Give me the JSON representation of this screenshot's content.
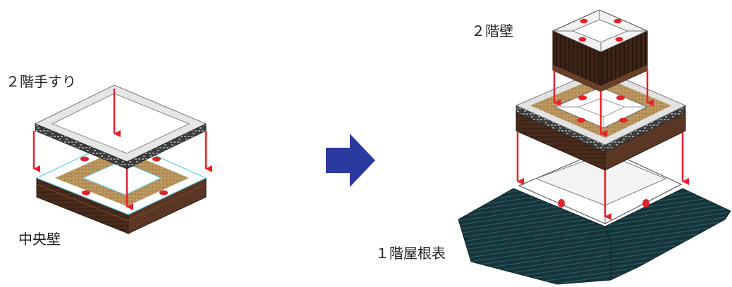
{
  "labels": {
    "handrail": "２階手すり",
    "center_wall": "中央壁",
    "second_floor_wall": "２階壁",
    "first_floor_roof": "１階屋根表"
  },
  "colors": {
    "arrow_red": "#e8202a",
    "step_arrow_blue": "#2b3a9e",
    "marker_red": "#e0242c",
    "wood_dark": "#3a2418",
    "wood_mid": "#5a3522",
    "wood_light": "#7a4a2e",
    "stone_gray": "#5c5c5c",
    "roof_teal": "#1b3f44",
    "cork_tan": "#b8935c",
    "guide_cyan": "#5fd0e8"
  },
  "icons": {
    "step_arrow": "right-arrow-icon"
  }
}
